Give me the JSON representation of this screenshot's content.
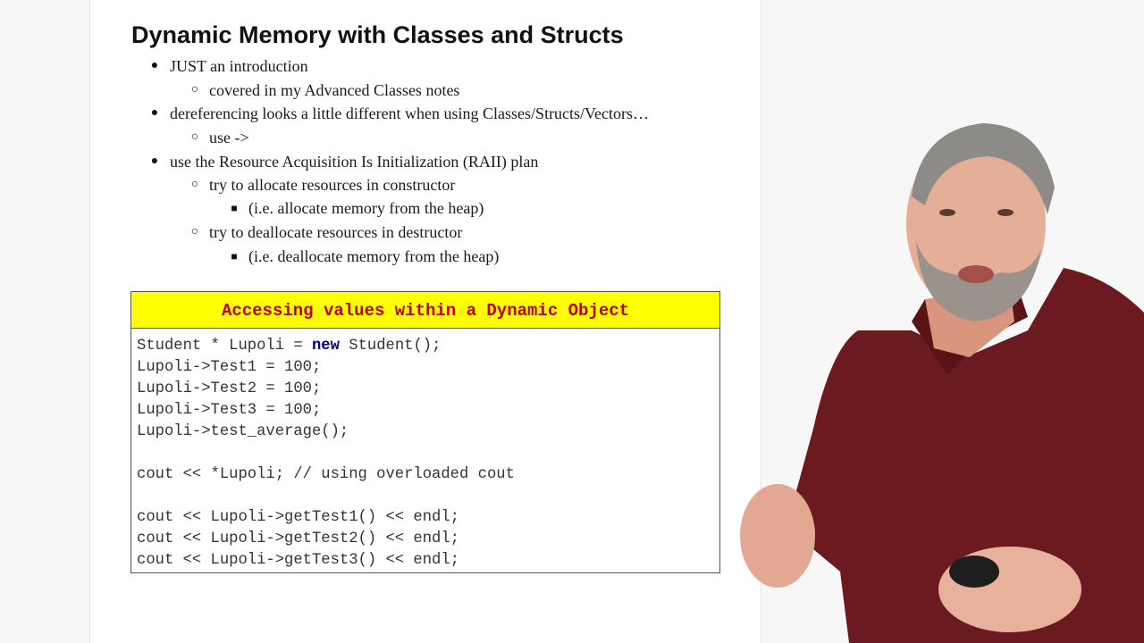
{
  "slide": {
    "title": "Dynamic Memory with Classes and Structs",
    "bullets": [
      {
        "level": 1,
        "text": "JUST an introduction"
      },
      {
        "level": 2,
        "text": "covered in my Advanced Classes notes"
      },
      {
        "level": 1,
        "text": "dereferencing looks a little different when using Classes/Structs/Vectors…"
      },
      {
        "level": 2,
        "text": "use ->"
      },
      {
        "level": 1,
        "text": "use the Resource Acquisition Is Initialization (RAII) plan"
      },
      {
        "level": 2,
        "text": "try to allocate resources in constructor"
      },
      {
        "level": 3,
        "text": "(i.e. allocate memory from the heap)"
      },
      {
        "level": 2,
        "text": "try to deallocate resources in destructor"
      },
      {
        "level": 3,
        "text": "(i.e. deallocate memory from the heap)"
      }
    ],
    "markers": {
      "level1": "●",
      "level2": "○",
      "level3": "■"
    }
  },
  "code_box": {
    "header": "Accessing values within a Dynamic Object",
    "lines": [
      {
        "before": "Student * Lupoli = ",
        "keyword": "new",
        "after": " Student();"
      },
      {
        "before": "Lupoli->Test1 = 100;",
        "keyword": "",
        "after": ""
      },
      {
        "before": "Lupoli->Test2 = 100;",
        "keyword": "",
        "after": ""
      },
      {
        "before": "Lupoli->Test3 = 100;",
        "keyword": "",
        "after": ""
      },
      {
        "before": "Lupoli->test_average();",
        "keyword": "",
        "after": ""
      },
      {
        "before": "",
        "keyword": "",
        "after": ""
      },
      {
        "before": "cout << *Lupoli; // using overloaded cout",
        "keyword": "",
        "after": ""
      },
      {
        "before": "",
        "keyword": "",
        "after": ""
      },
      {
        "before": "cout << Lupoli->getTest1() << endl;",
        "keyword": "",
        "after": ""
      },
      {
        "before": "cout << Lupoli->getTest2() << endl;",
        "keyword": "",
        "after": ""
      },
      {
        "before": "cout << Lupoli->getTest3() << endl;",
        "keyword": "",
        "after": ""
      }
    ]
  },
  "colors": {
    "header_background": "#ffff00",
    "header_text": "#c00000",
    "keyword": "#000080",
    "shirt": "#6b1a1f",
    "skin": "#e4ae97"
  }
}
